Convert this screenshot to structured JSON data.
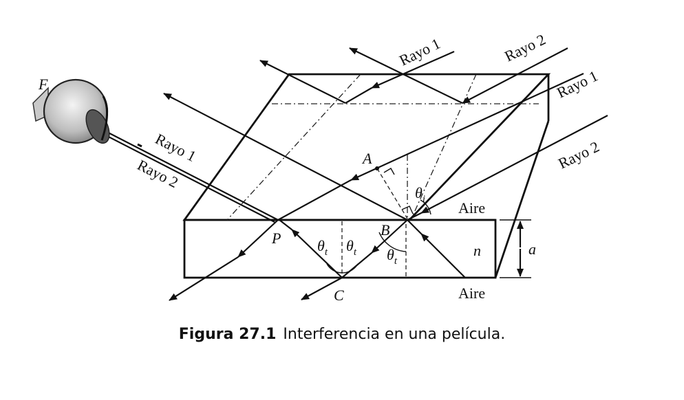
{
  "labels": {
    "ray1": "Rayo 1",
    "ray2": "Rayo 2",
    "air": "Aire",
    "index": "n",
    "thickness": "a",
    "point_a": "A",
    "point_b": "B",
    "point_c": "C",
    "point_p": "P",
    "focus": "F",
    "theta_i": "θ",
    "theta_i_sub": "i",
    "theta_t": "θ",
    "theta_t_sub": "t"
  },
  "caption": {
    "number": "Figura 27.1",
    "text": "Interferencia en una película."
  }
}
